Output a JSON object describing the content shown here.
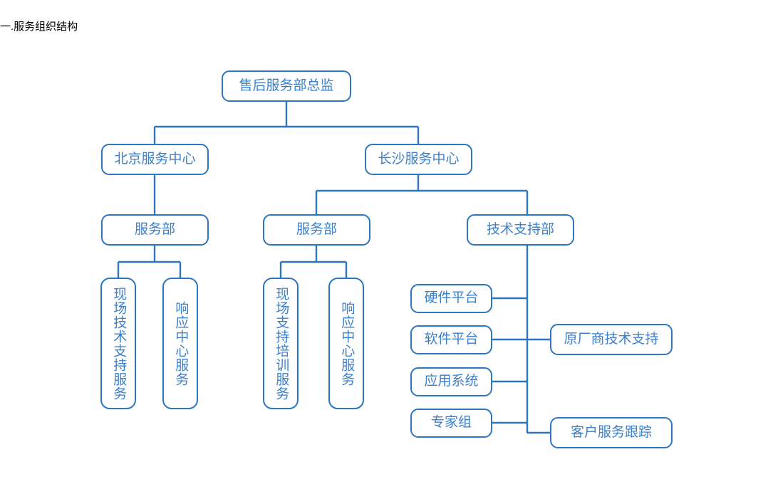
{
  "page": {
    "title": "一.服务组织结构",
    "background_color": "#ffffff"
  },
  "theme": {
    "stroke_color": "#2E75C2",
    "text_color": "#3C7FCB",
    "node_fill": "#ffffff",
    "title_color": "#000000"
  },
  "chart_data": {
    "type": "diagram",
    "subtype": "org-chart",
    "title": "一.服务组织结构",
    "orientation": "top-down",
    "nodes": [
      {
        "id": "root",
        "label": "售后服务部总监",
        "level": 0,
        "text_direction": "horizontal"
      },
      {
        "id": "bj-center",
        "label": "北京服务中心",
        "level": 1,
        "text_direction": "horizontal"
      },
      {
        "id": "cs-center",
        "label": "长沙服务中心",
        "level": 1,
        "text_direction": "horizontal"
      },
      {
        "id": "bj-service",
        "label": "服务部",
        "level": 2,
        "text_direction": "horizontal"
      },
      {
        "id": "cs-service",
        "label": "服务部",
        "level": 2,
        "text_direction": "horizontal"
      },
      {
        "id": "cs-tech",
        "label": "技术支持部",
        "level": 2,
        "text_direction": "horizontal"
      },
      {
        "id": "bj-field",
        "label": "现场技术支持服务",
        "level": 3,
        "text_direction": "vertical"
      },
      {
        "id": "bj-response",
        "label": "响应中心服务",
        "level": 3,
        "text_direction": "vertical"
      },
      {
        "id": "cs-field",
        "label": "现场支持培训服务",
        "level": 3,
        "text_direction": "vertical"
      },
      {
        "id": "cs-response",
        "label": "响应中心服务",
        "level": 3,
        "text_direction": "vertical"
      },
      {
        "id": "hw-platform",
        "label": "硬件平台",
        "level": 3,
        "text_direction": "horizontal"
      },
      {
        "id": "sw-platform",
        "label": "软件平台",
        "level": 3,
        "text_direction": "horizontal"
      },
      {
        "id": "app-system",
        "label": "应用系统",
        "level": 3,
        "text_direction": "horizontal"
      },
      {
        "id": "expert-grp",
        "label": "专家组",
        "level": 3,
        "text_direction": "horizontal"
      },
      {
        "id": "oem-support",
        "label": "原厂商技术支持",
        "level": 3,
        "text_direction": "horizontal"
      },
      {
        "id": "cust-track",
        "label": "客户服务跟踪",
        "level": 3,
        "text_direction": "horizontal"
      }
    ],
    "edges": [
      {
        "from": "root",
        "to": "bj-center"
      },
      {
        "from": "root",
        "to": "cs-center"
      },
      {
        "from": "bj-center",
        "to": "bj-service"
      },
      {
        "from": "cs-center",
        "to": "cs-service"
      },
      {
        "from": "cs-center",
        "to": "cs-tech"
      },
      {
        "from": "bj-service",
        "to": "bj-field"
      },
      {
        "from": "bj-service",
        "to": "bj-response"
      },
      {
        "from": "cs-service",
        "to": "cs-field"
      },
      {
        "from": "cs-service",
        "to": "cs-response"
      },
      {
        "from": "cs-tech",
        "to": "hw-platform"
      },
      {
        "from": "cs-tech",
        "to": "sw-platform"
      },
      {
        "from": "cs-tech",
        "to": "app-system"
      },
      {
        "from": "cs-tech",
        "to": "expert-grp"
      },
      {
        "from": "cs-tech",
        "to": "oem-support"
      },
      {
        "from": "cs-tech",
        "to": "cust-track"
      }
    ]
  }
}
